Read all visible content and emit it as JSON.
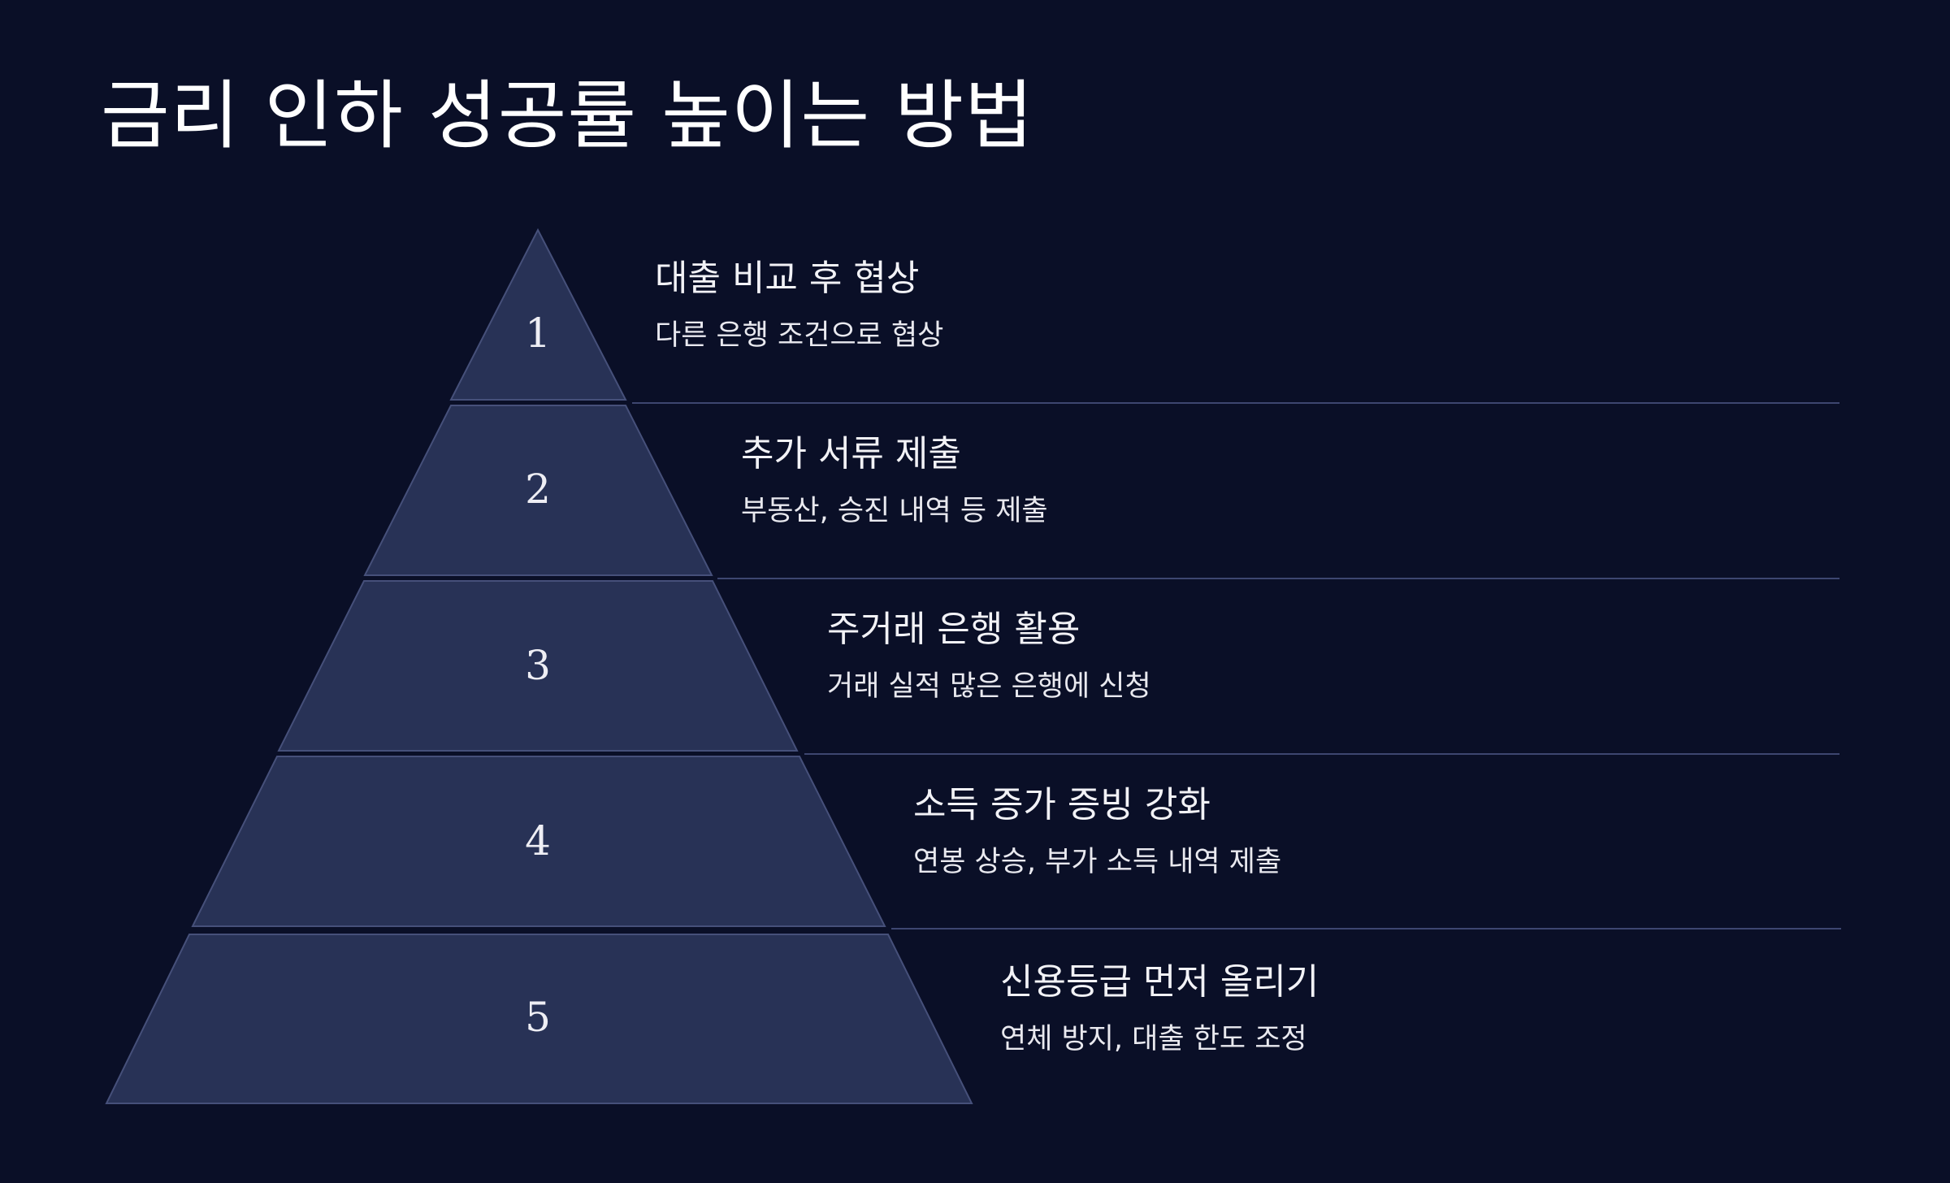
{
  "page": {
    "title": "금리 인하 성공률 높이는 방법"
  },
  "colors": {
    "background": "#0a0f27",
    "segment_fill": "#283256",
    "segment_stroke": "#46507a",
    "separator": "#3d4670",
    "text": "#f2f2f6"
  },
  "pyramid": {
    "levels": [
      {
        "number": "1",
        "title": "대출 비교 후 협상",
        "description": "다른 은행 조건으로 협상"
      },
      {
        "number": "2",
        "title": "추가 서류 제출",
        "description": "부동산, 승진 내역 등 제출"
      },
      {
        "number": "3",
        "title": "주거래 은행 활용",
        "description": "거래 실적 많은 은행에 신청"
      },
      {
        "number": "4",
        "title": "소득 증가 증빙 강화",
        "description": "연봉 상승, 부가 소득 내역 제출"
      },
      {
        "number": "5",
        "title": "신용등급 먼저 올리기",
        "description": "연체 방지, 대출 한도 조정"
      }
    ]
  }
}
